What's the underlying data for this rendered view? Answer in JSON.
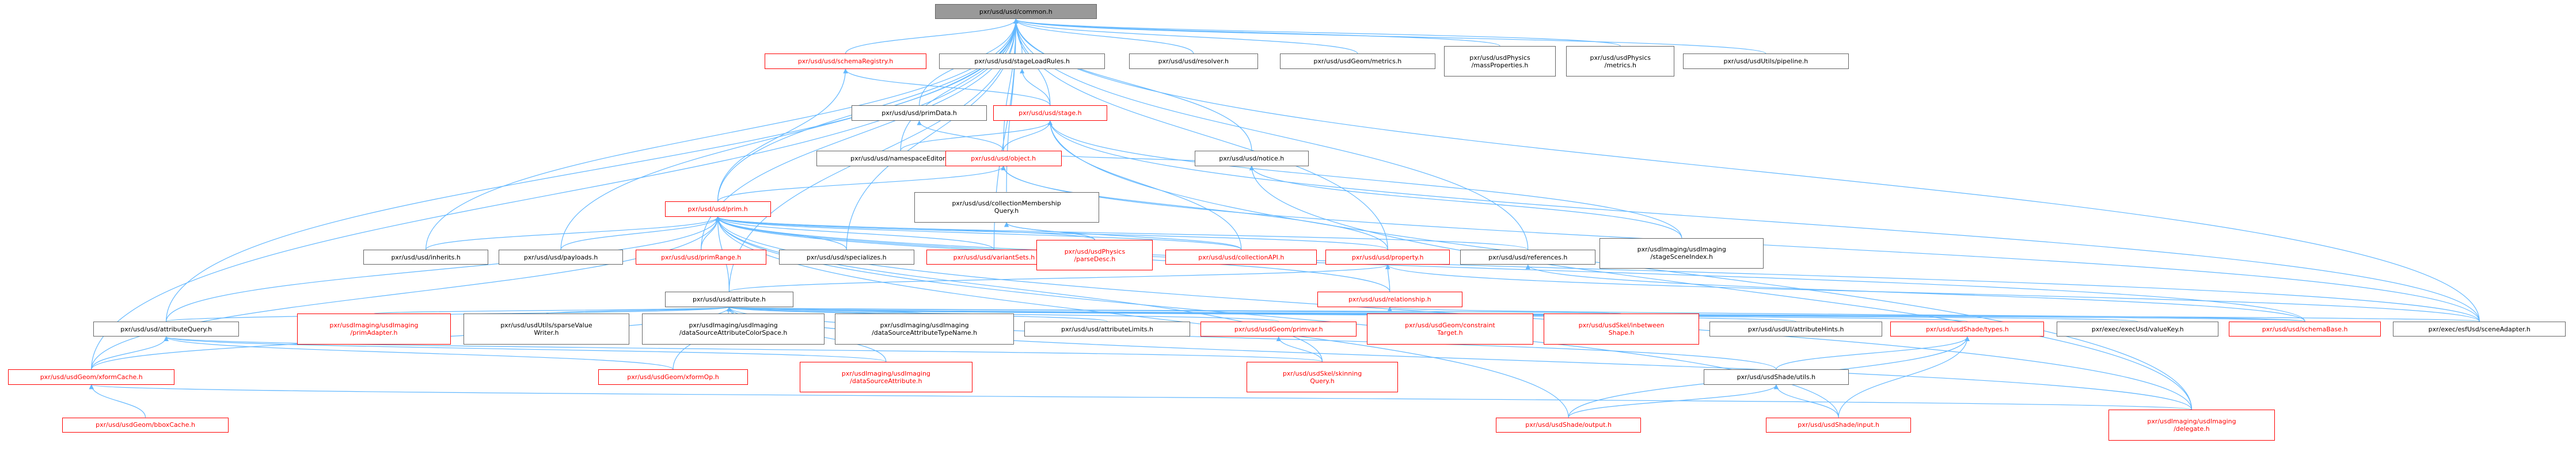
{
  "diagram": {
    "type": "include-dependency-graph",
    "edge_color": "#63b8ff",
    "nodes": [
      {
        "id": "common",
        "label": "pxr/usd/usd/common.h",
        "style": "root"
      },
      {
        "id": "schemaRegistry",
        "label": "pxr/usd/usd/schemaRegistry.h",
        "style": "red"
      },
      {
        "id": "stageLoadRules",
        "label": "pxr/usd/usd/stageLoadRules.h",
        "style": "plain"
      },
      {
        "id": "resolver",
        "label": "pxr/usd/usd/resolver.h",
        "style": "plain"
      },
      {
        "id": "geomMetrics",
        "label": "pxr/usd/usdGeom/metrics.h",
        "style": "plain"
      },
      {
        "id": "massProperties",
        "label": "pxr/usd/usdPhysics\n/massProperties.h",
        "style": "plain"
      },
      {
        "id": "physicsMetrics",
        "label": "pxr/usd/usdPhysics\n/metrics.h",
        "style": "plain"
      },
      {
        "id": "pipeline",
        "label": "pxr/usd/usdUtils/pipeline.h",
        "style": "plain"
      },
      {
        "id": "primData",
        "label": "pxr/usd/usd/primData.h",
        "style": "plain"
      },
      {
        "id": "stage",
        "label": "pxr/usd/usd/stage.h",
        "style": "red"
      },
      {
        "id": "namespaceEditor",
        "label": "pxr/usd/usd/namespaceEditor.h",
        "style": "plain"
      },
      {
        "id": "object",
        "label": "pxr/usd/usd/object.h",
        "style": "red"
      },
      {
        "id": "notice",
        "label": "pxr/usd/usd/notice.h",
        "style": "plain"
      },
      {
        "id": "prim",
        "label": "pxr/usd/usd/prim.h",
        "style": "red"
      },
      {
        "id": "collectionMembershipQuery",
        "label": "pxr/usd/usd/collectionMembership\nQuery.h",
        "style": "plain"
      },
      {
        "id": "inherits",
        "label": "pxr/usd/usd/inherits.h",
        "style": "plain"
      },
      {
        "id": "payloads",
        "label": "pxr/usd/usd/payloads.h",
        "style": "plain"
      },
      {
        "id": "primRange",
        "label": "pxr/usd/usd/primRange.h",
        "style": "red"
      },
      {
        "id": "specializes",
        "label": "pxr/usd/usd/specializes.h",
        "style": "plain"
      },
      {
        "id": "variantSets",
        "label": "pxr/usd/usd/variantSets.h",
        "style": "red"
      },
      {
        "id": "parseDesc",
        "label": "pxr/usd/usdPhysics\n/parseDesc.h",
        "style": "red"
      },
      {
        "id": "collectionAPI",
        "label": "pxr/usd/usd/collectionAPI.h",
        "style": "red"
      },
      {
        "id": "property",
        "label": "pxr/usd/usd/property.h",
        "style": "red"
      },
      {
        "id": "references",
        "label": "pxr/usd/usd/references.h",
        "style": "plain"
      },
      {
        "id": "stageSceneIndex",
        "label": "pxr/usdImaging/usdImaging\n/stageSceneIndex.h",
        "style": "plain"
      },
      {
        "id": "relationship",
        "label": "pxr/usd/usd/relationship.h",
        "style": "red"
      },
      {
        "id": "attribute",
        "label": "pxr/usd/usd/attribute.h",
        "style": "plain"
      },
      {
        "id": "attributeQuery",
        "label": "pxr/usd/usd/attributeQuery.h",
        "style": "plain"
      },
      {
        "id": "primAdapter",
        "label": "pxr/usdImaging/usdImaging\n/primAdapter.h",
        "style": "red"
      },
      {
        "id": "sparseValueWriter",
        "label": "pxr/usd/usdUtils/sparseValue\nWriter.h",
        "style": "plain"
      },
      {
        "id": "dsAttrColorSpace",
        "label": "pxr/usdImaging/usdImaging\n/dataSourceAttributeColorSpace.h",
        "style": "plain"
      },
      {
        "id": "dsAttrTypeName",
        "label": "pxr/usdImaging/usdImaging\n/dataSourceAttributeTypeName.h",
        "style": "plain"
      },
      {
        "id": "attributeLimits",
        "label": "pxr/usd/usd/attributeLimits.h",
        "style": "plain"
      },
      {
        "id": "primvar",
        "label": "pxr/usd/usdGeom/primvar.h",
        "style": "red"
      },
      {
        "id": "constraintTarget",
        "label": "pxr/usd/usdGeom/constraint\nTarget.h",
        "style": "red"
      },
      {
        "id": "inbetweenShape",
        "label": "pxr/usd/usdSkel/inbetween\nShape.h",
        "style": "red"
      },
      {
        "id": "attributeHints",
        "label": "pxr/usd/usdUI/attributeHints.h",
        "style": "plain"
      },
      {
        "id": "shadeTypes",
        "label": "pxr/usd/usdShade/types.h",
        "style": "red"
      },
      {
        "id": "valueKey",
        "label": "pxr/exec/execUsd/valueKey.h",
        "style": "plain"
      },
      {
        "id": "schemaBase",
        "label": "pxr/usd/usd/schemaBase.h",
        "style": "red"
      },
      {
        "id": "sceneAdapter",
        "label": "pxr/exec/esfUsd/sceneAdapter.h",
        "style": "plain"
      },
      {
        "id": "xformCache",
        "label": "pxr/usd/usdGeom/xformCache.h",
        "style": "red"
      },
      {
        "id": "xformOp",
        "label": "pxr/usd/usdGeom/xformOp.h",
        "style": "red"
      },
      {
        "id": "dsAttribute",
        "label": "pxr/usdImaging/usdImaging\n/dataSourceAttribute.h",
        "style": "red"
      },
      {
        "id": "skinningQuery",
        "label": "pxr/usd/usdSkel/skinning\nQuery.h",
        "style": "red"
      },
      {
        "id": "shadeUtils",
        "label": "pxr/usd/usdShade/utils.h",
        "style": "plain"
      },
      {
        "id": "bboxCache",
        "label": "pxr/usd/usdGeom/bboxCache.h",
        "style": "red"
      },
      {
        "id": "shadeOutput",
        "label": "pxr/usd/usdShade/output.h",
        "style": "red"
      },
      {
        "id": "shadeInput",
        "label": "pxr/usd/usdShade/input.h",
        "style": "red"
      },
      {
        "id": "delegate",
        "label": "pxr/usdImaging/usdImaging\n/delegate.h",
        "style": "red"
      }
    ],
    "edges": [
      [
        "common",
        "schemaRegistry"
      ],
      [
        "common",
        "stageLoadRules"
      ],
      [
        "common",
        "resolver"
      ],
      [
        "common",
        "geomMetrics"
      ],
      [
        "common",
        "massProperties"
      ],
      [
        "common",
        "physicsMetrics"
      ],
      [
        "common",
        "pipeline"
      ],
      [
        "common",
        "primData"
      ],
      [
        "common",
        "stage"
      ],
      [
        "common",
        "namespaceEditor"
      ],
      [
        "common",
        "object"
      ],
      [
        "common",
        "notice"
      ],
      [
        "common",
        "prim"
      ],
      [
        "common",
        "collectionMembershipQuery"
      ],
      [
        "common",
        "inherits"
      ],
      [
        "common",
        "payloads"
      ],
      [
        "common",
        "primRange"
      ],
      [
        "common",
        "specializes"
      ],
      [
        "common",
        "variantSets"
      ],
      [
        "common",
        "property"
      ],
      [
        "common",
        "references"
      ],
      [
        "common",
        "attribute"
      ],
      [
        "common",
        "attributeQuery"
      ],
      [
        "common",
        "sceneAdapter"
      ],
      [
        "common",
        "xformCache"
      ],
      [
        "schemaRegistry",
        "stage"
      ],
      [
        "schemaRegistry",
        "prim"
      ],
      [
        "stageLoadRules",
        "stage"
      ],
      [
        "primData",
        "object"
      ],
      [
        "stage",
        "namespaceEditor"
      ],
      [
        "stage",
        "object"
      ],
      [
        "stage",
        "collectionAPI"
      ],
      [
        "stage",
        "stageSceneIndex"
      ],
      [
        "stage",
        "sceneAdapter"
      ],
      [
        "stage",
        "delegate"
      ],
      [
        "object",
        "prim"
      ],
      [
        "object",
        "property"
      ],
      [
        "object",
        "notice"
      ],
      [
        "object",
        "sceneAdapter"
      ],
      [
        "notice",
        "stageSceneIndex"
      ],
      [
        "notice",
        "delegate"
      ],
      [
        "collectionMembershipQuery",
        "parseDesc"
      ],
      [
        "collectionMembershipQuery",
        "collectionAPI"
      ],
      [
        "prim",
        "inherits"
      ],
      [
        "prim",
        "payloads"
      ],
      [
        "prim",
        "primRange"
      ],
      [
        "prim",
        "specializes"
      ],
      [
        "prim",
        "variantSets"
      ],
      [
        "prim",
        "references"
      ],
      [
        "prim",
        "parseDesc"
      ],
      [
        "prim",
        "collectionAPI"
      ],
      [
        "prim",
        "property"
      ],
      [
        "prim",
        "relationship"
      ],
      [
        "prim",
        "attribute"
      ],
      [
        "prim",
        "schemaBase"
      ],
      [
        "prim",
        "sceneAdapter"
      ],
      [
        "prim",
        "attributeQuery"
      ],
      [
        "prim",
        "xformCache"
      ],
      [
        "prim",
        "skinningQuery"
      ],
      [
        "prim",
        "shadeOutput"
      ],
      [
        "prim",
        "shadeInput"
      ],
      [
        "prim",
        "delegate"
      ],
      [
        "property",
        "relationship"
      ],
      [
        "property",
        "attribute"
      ],
      [
        "property",
        "sceneAdapter"
      ],
      [
        "references",
        "schemaBase"
      ],
      [
        "relationship",
        "schemaBase"
      ],
      [
        "attribute",
        "attributeQuery"
      ],
      [
        "attribute",
        "primAdapter"
      ],
      [
        "attribute",
        "sparseValueWriter"
      ],
      [
        "attribute",
        "dsAttrColorSpace"
      ],
      [
        "attribute",
        "dsAttrTypeName"
      ],
      [
        "attribute",
        "attributeLimits"
      ],
      [
        "attribute",
        "primvar"
      ],
      [
        "attribute",
        "constraintTarget"
      ],
      [
        "attribute",
        "inbetweenShape"
      ],
      [
        "attribute",
        "attributeHints"
      ],
      [
        "attribute",
        "shadeTypes"
      ],
      [
        "attribute",
        "valueKey"
      ],
      [
        "attribute",
        "schemaBase"
      ],
      [
        "attribute",
        "sceneAdapter"
      ],
      [
        "attribute",
        "xformOp"
      ],
      [
        "attribute",
        "dsAttribute"
      ],
      [
        "attribute",
        "shadeUtils"
      ],
      [
        "attribute",
        "delegate"
      ],
      [
        "attribute",
        "xformCache"
      ],
      [
        "attributeQuery",
        "xformCache"
      ],
      [
        "attributeQuery",
        "xformOp"
      ],
      [
        "attributeQuery",
        "dsAttribute"
      ],
      [
        "attributeQuery",
        "skinningQuery"
      ],
      [
        "xformCache",
        "bboxCache"
      ],
      [
        "xformCache",
        "delegate"
      ],
      [
        "primvar",
        "skinningQuery"
      ],
      [
        "shadeTypes",
        "shadeUtils"
      ],
      [
        "shadeTypes",
        "shadeOutput"
      ],
      [
        "shadeTypes",
        "shadeInput"
      ],
      [
        "shadeUtils",
        "shadeOutput"
      ],
      [
        "shadeUtils",
        "shadeInput"
      ]
    ]
  }
}
